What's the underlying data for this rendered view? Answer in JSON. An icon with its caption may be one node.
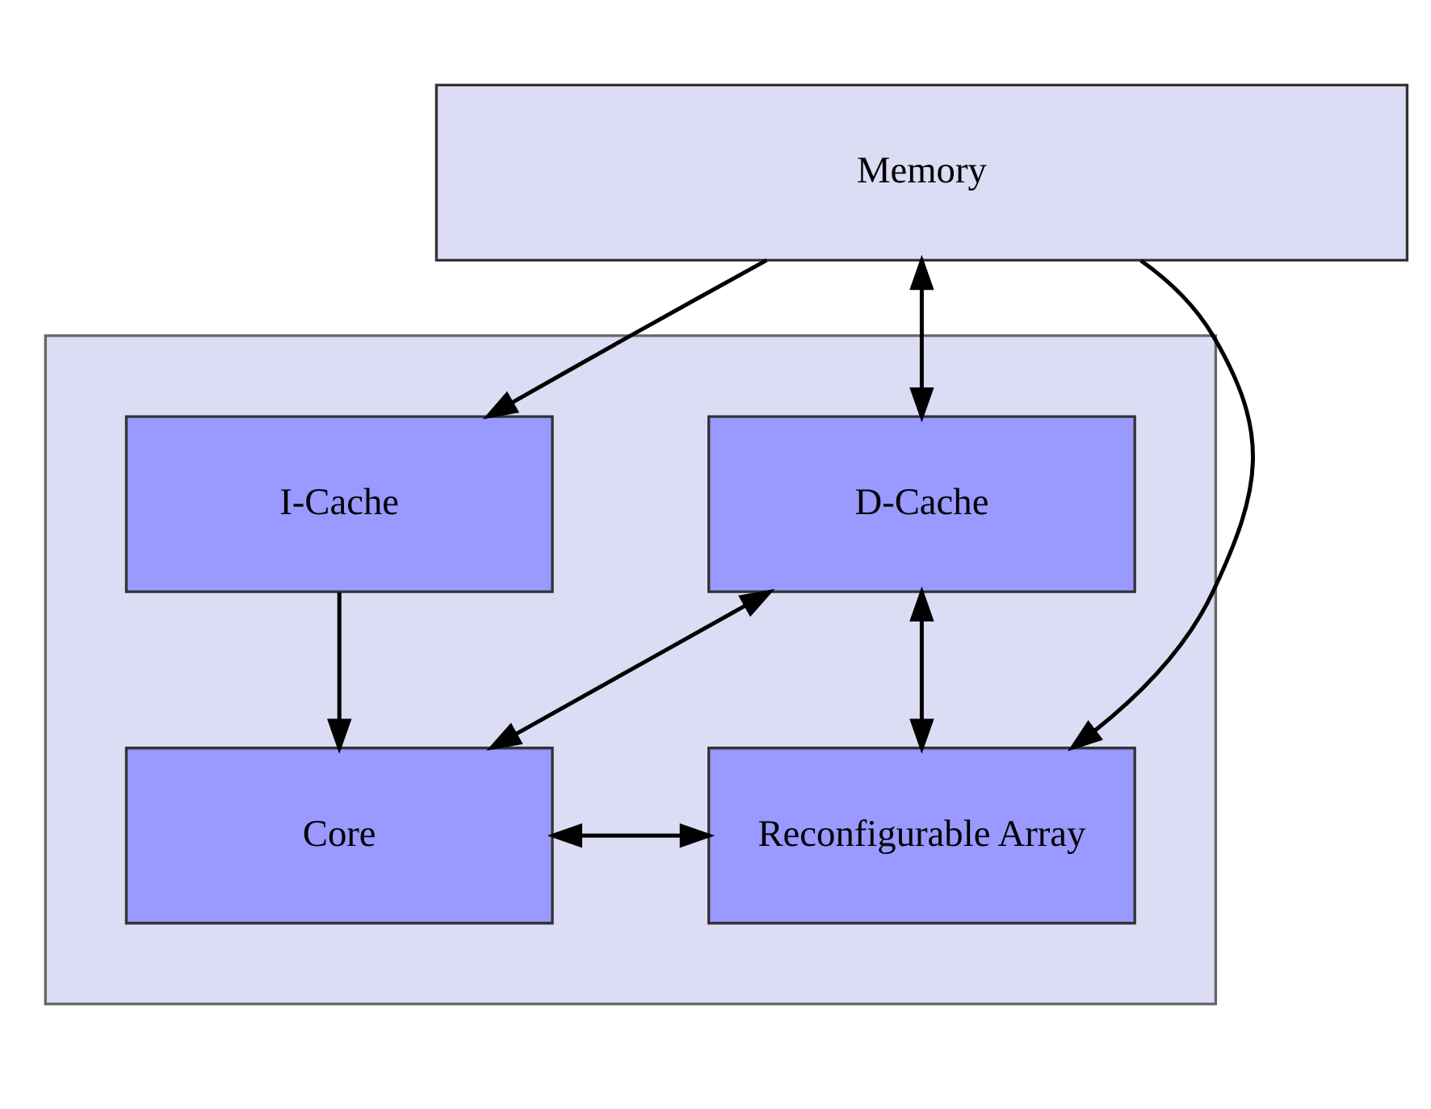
{
  "diagram": {
    "nodes": [
      {
        "text": [
          "Memory"
        ]
      },
      {
        "text": [],
        "shape": "box"
      },
      {
        "text": [
          "I-Cache"
        ],
        "in": 1
      },
      {
        "text": [
          "D-Cache"
        ],
        "in": 1
      },
      {
        "text": [
          "Core"
        ],
        "in": 1
      },
      {
        "text": [
          "Reconfigurable Array"
        ],
        "in": 1
      }
    ],
    "edges": [
      {
        "from": 0,
        "to": 2,
        "arrow": "to"
      },
      {
        "from": 0,
        "to": 3,
        "arrow": "both"
      },
      {
        "from": 0,
        "to": 5,
        "arrow": "to"
      },
      {
        "from": 2,
        "to": 4,
        "arrow": "to"
      },
      {
        "from": 3,
        "to": 4,
        "arrow": "both"
      },
      {
        "from": 3,
        "to": 5,
        "arrow": "both"
      },
      {
        "from": 4,
        "to": 5,
        "arrow": "both"
      }
    ]
  }
}
